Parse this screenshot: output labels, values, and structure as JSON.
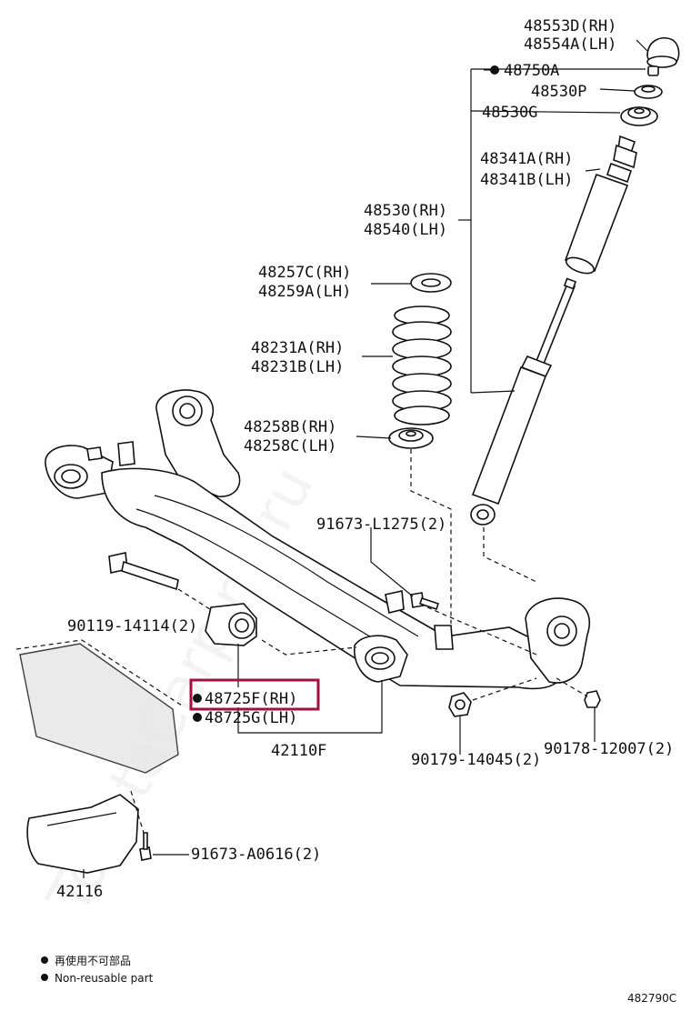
{
  "watermark": "ToyotaCarpine.ru",
  "labels": {
    "p48553D": "48553D(RH)",
    "p48554A": "48554A(LH)",
    "p48750A": "48750A",
    "p48530P": "48530P",
    "p48530G": "48530G",
    "p48341A": "48341A(RH)",
    "p48341B": "48341B(LH)",
    "p48530": "48530(RH)",
    "p48540": "48540(LH)",
    "p48257C": "48257C(RH)",
    "p48259A": "48259A(LH)",
    "p48231A": "48231A(RH)",
    "p48231B": "48231B(LH)",
    "p48258B": "48258B(RH)",
    "p48258C": "48258C(LH)",
    "p91673L": "91673-L1275(2)",
    "p90119": "90119-14114(2)",
    "p48725F": "48725F(RH)",
    "p48725G": "48725G(LH)",
    "p42110F": "42110F",
    "p90179": "90179-14045(2)",
    "p90178": "90178-12007(2)",
    "p91673A": "91673-A0616(2)",
    "p42116": "42116"
  },
  "legend": {
    "line_jp": "再使用不可部品",
    "line_en": "Non-reusable part"
  },
  "figure_code": "482790C",
  "highlight_color": "#a0123c",
  "line_color": "#111111"
}
